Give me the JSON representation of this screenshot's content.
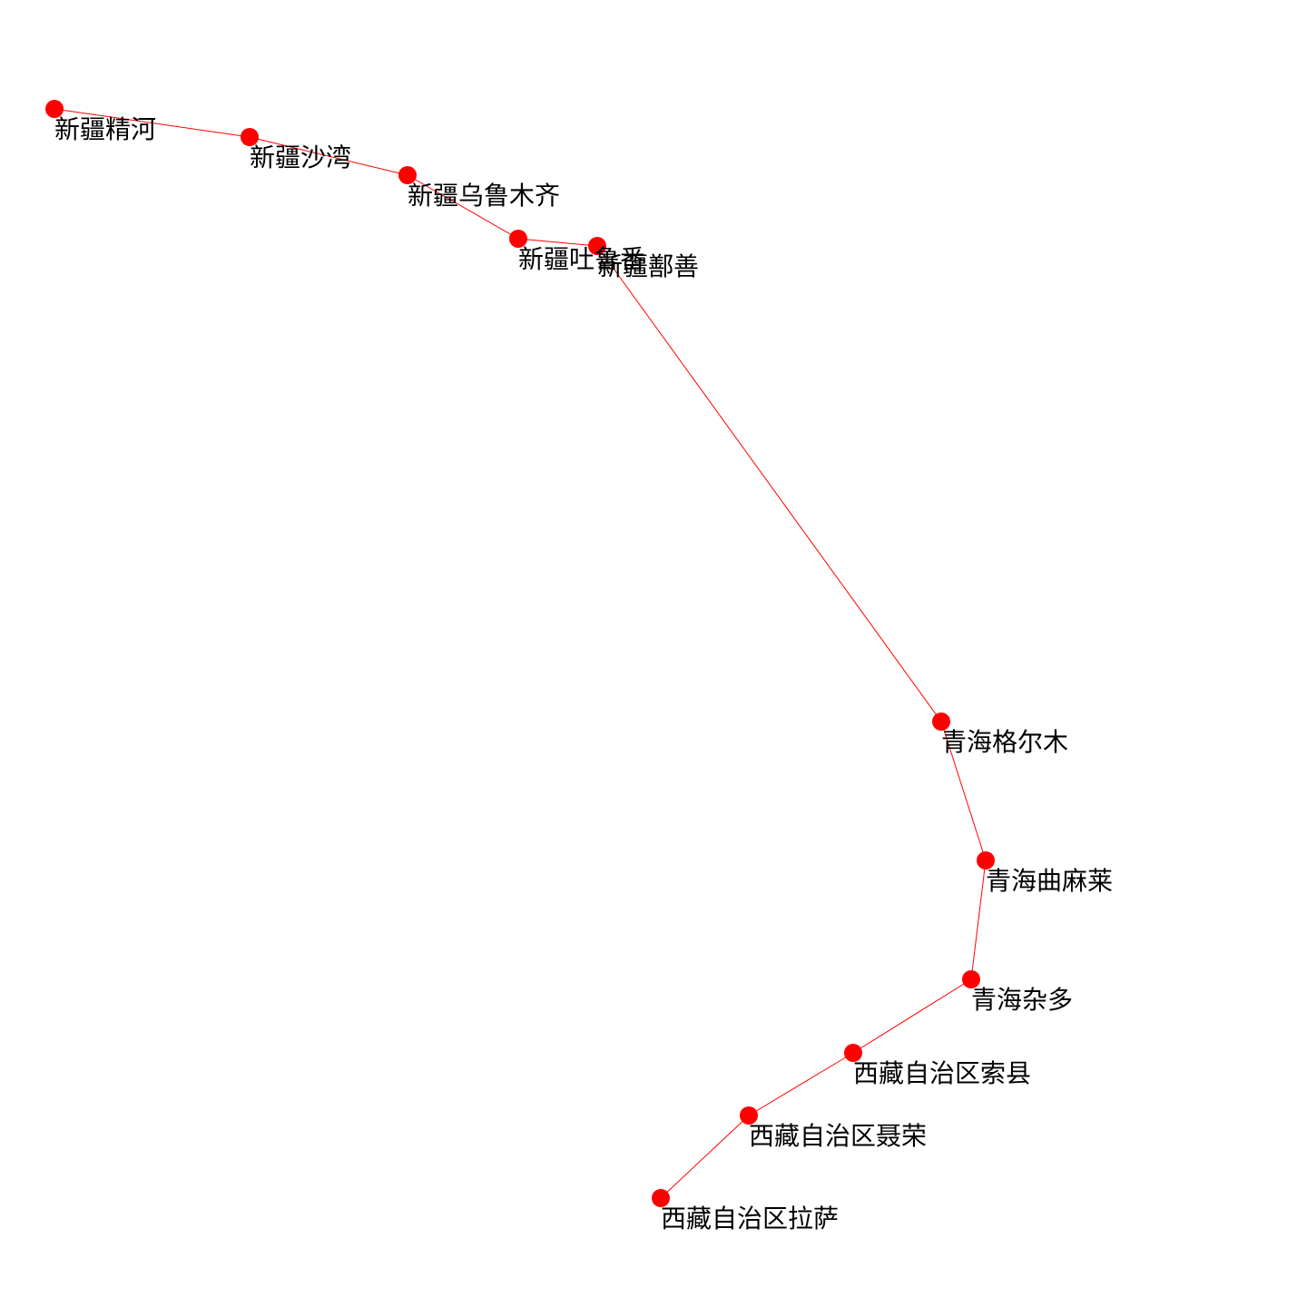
{
  "graph": {
    "node_color": "#ff0000",
    "edge_color": "#ff0000",
    "label_color": "#000000",
    "nodes": [
      {
        "id": "jinghe",
        "label": "新疆精河"
      },
      {
        "id": "shawan",
        "label": "新疆沙湾"
      },
      {
        "id": "urumqi",
        "label": "新疆乌鲁木齐"
      },
      {
        "id": "turpan",
        "label": "新疆吐鲁番"
      },
      {
        "id": "shanshan",
        "label": "新疆鄯善"
      },
      {
        "id": "golmud",
        "label": "青海格尔木"
      },
      {
        "id": "qumalai",
        "label": "青海曲麻莱"
      },
      {
        "id": "zaduo",
        "label": "青海杂多"
      },
      {
        "id": "suoxian",
        "label": "西藏自治区索县"
      },
      {
        "id": "nierong",
        "label": "西藏自治区聂荣"
      },
      {
        "id": "lasa",
        "label": "西藏自治区拉萨"
      }
    ],
    "edges": [
      [
        "jinghe",
        "shawan"
      ],
      [
        "shawan",
        "urumqi"
      ],
      [
        "urumqi",
        "turpan"
      ],
      [
        "turpan",
        "shanshan"
      ],
      [
        "shanshan",
        "golmud"
      ],
      [
        "golmud",
        "qumalai"
      ],
      [
        "qumalai",
        "zaduo"
      ],
      [
        "zaduo",
        "suoxian"
      ],
      [
        "suoxian",
        "nierong"
      ],
      [
        "nierong",
        "lasa"
      ]
    ]
  }
}
